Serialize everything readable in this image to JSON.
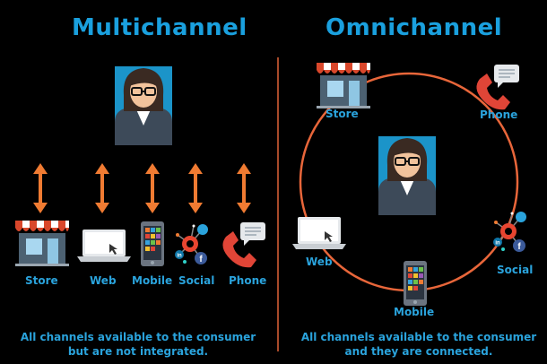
{
  "multichannel": {
    "title": "Multichannel",
    "channels": {
      "store": "Store",
      "web": "Web",
      "mobile": "Mobile",
      "social": "Social",
      "phone": "Phone"
    },
    "footer_line1": "All channels available to the consumer",
    "footer_line2": "but are not integrated."
  },
  "omnichannel": {
    "title": "Omnichannel",
    "channels": {
      "store": "Store",
      "phone": "Phone",
      "web": "Web",
      "social": "Social",
      "mobile": "Mobile"
    },
    "footer_line1": "All channels available to the consumer",
    "footer_line2": "and they are connected."
  },
  "colors": {
    "background": "#000000",
    "title": "#1aa0de",
    "label": "#2aa3dc",
    "arrow": "#f07b32",
    "circle": "#e8663a",
    "store_awning": "#d9472b",
    "phone": "#e04537"
  },
  "icons": [
    "person-icon",
    "double-arrow-icon",
    "store-icon",
    "laptop-icon",
    "smartphone-icon",
    "social-network-icon",
    "phone-icon"
  ]
}
